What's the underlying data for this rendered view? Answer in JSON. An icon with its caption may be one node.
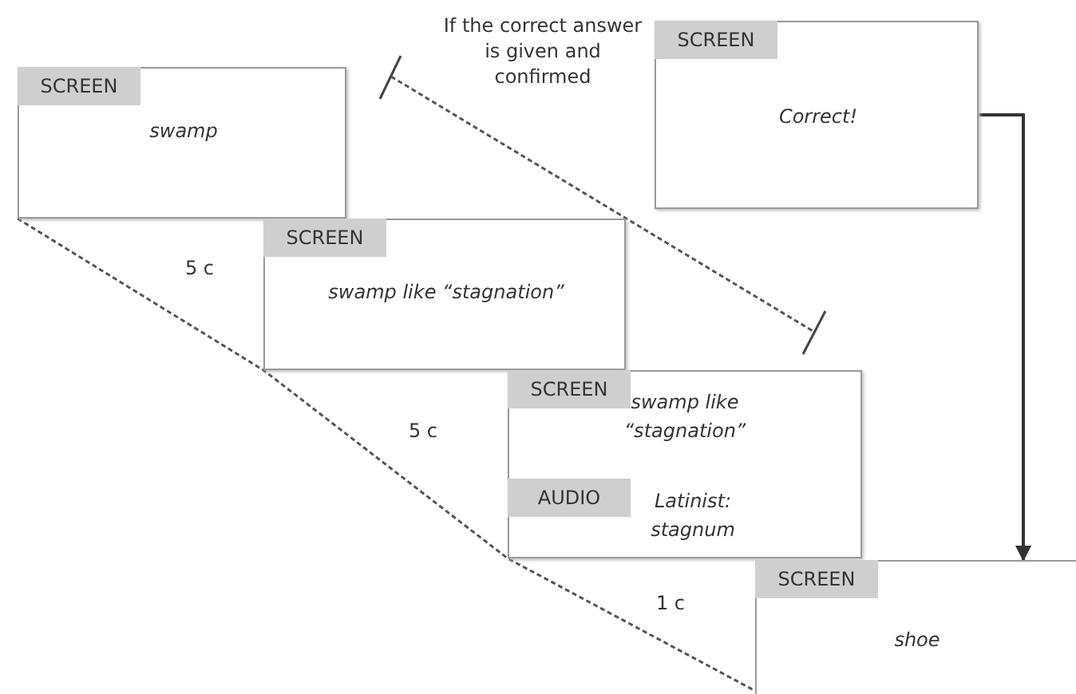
{
  "diagram": {
    "nodes": [
      {
        "text": [
          "SCREEN",
          "swamp"
        ]
      },
      {
        "text": [
          "SCREEN",
          "swamp like “stagnation”"
        ]
      },
      {
        "text": [
          "SCREEN",
          "swamp like “stagnation”",
          "AUDIO",
          "Latinist: stagnum"
        ]
      },
      {
        "text": [
          "SCREEN",
          "Correct!"
        ]
      },
      {
        "text": [
          "SCREEN",
          "shoe"
        ]
      }
    ],
    "edges": [
      {
        "from": 3,
        "to": 4,
        "arrow": "to"
      }
    ],
    "labels": [
      "If the correct answer is given and confirmed",
      "5 c",
      "5 c",
      "1 c"
    ]
  }
}
